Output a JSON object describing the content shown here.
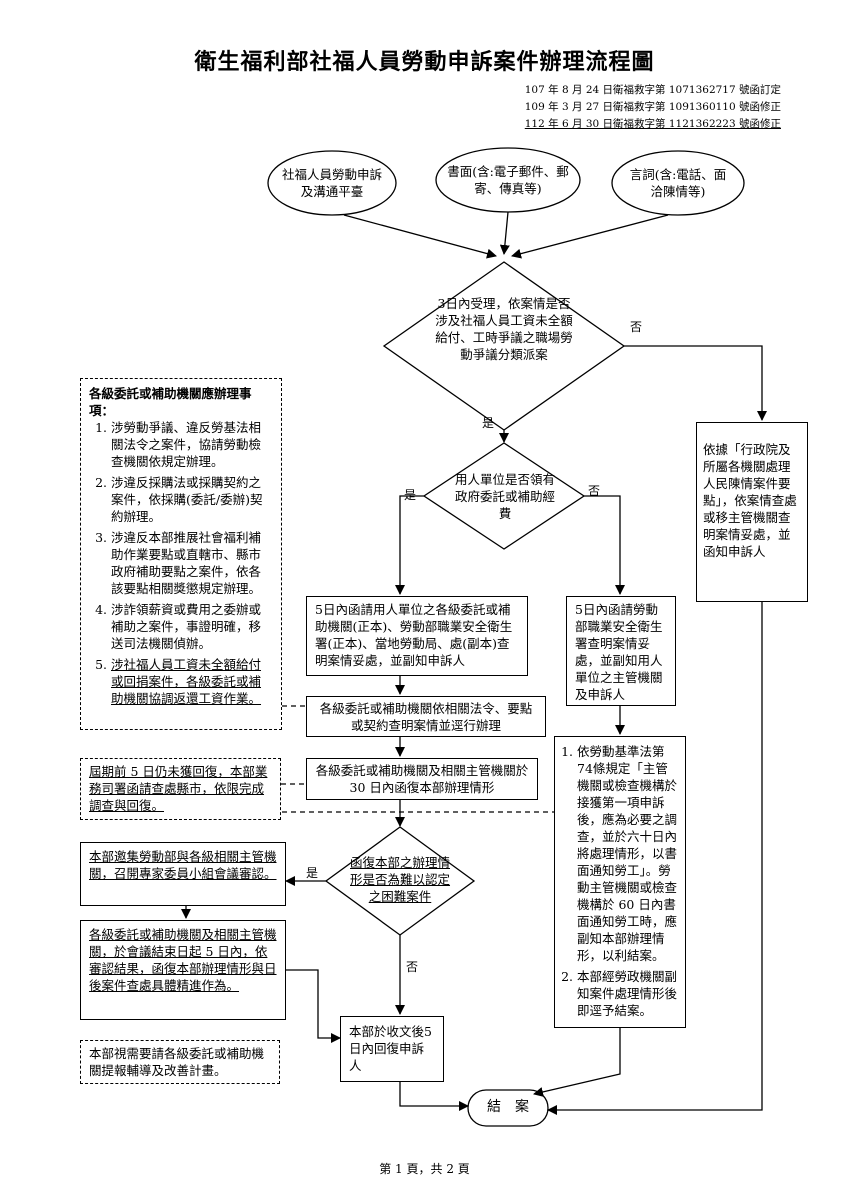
{
  "title": "衛生福利部社福人員勞動申訴案件辦理流程圖",
  "revisions": [
    "107 年 8 月 24 日衛福救字第 1071362717 號函訂定",
    "109 年 3 月 27 日衛福救字第 1091360110 號函修正",
    "112 年 6 月 30 日衛福救字第 1121362223 號函修正"
  ],
  "sources": {
    "platform": "社福人員勞動申訴及溝通平臺",
    "written": "書面(含:電子郵件、郵寄、傳真等)",
    "verbal": "言詞(含:電話、面洽陳情等)"
  },
  "decision1": "3日內受理，依案情是否涉及社福人員工資未全額給付、工時爭議之職場勞動爭議分類派案",
  "decision2": "用人單位是否領有政府委託或補助經費",
  "decision3": "函復本部之辦理情形是否為難以認定之困難案件",
  "labels": {
    "yes": "是",
    "no": "否"
  },
  "side_note": {
    "title": "各級委託或補助機關應辦理事項：",
    "items": [
      "涉勞動爭議、違反勞基法相關法令之案件，協請勞動檢查機關依規定辦理。",
      "涉違反採購法或採購契約之案件，依採購(委託/委辦)契約辦理。",
      "涉違反本部推展社會福利補助作業要點或直轄市、縣市政府補助要點之案件，依各該要點相關獎懲規定辦理。",
      "涉詐領薪資或費用之委辦或補助之案件，事證明確，移送司法機關偵辦。",
      "涉社福人員工資未全額給付或回捐案件，各級委託或補助機關協調返還工資作業。"
    ]
  },
  "box_petition": "依據「行政院及所屬各機關處理人民陳情案件要點」，依案情查處或移主管機關查明案情妥處，並函知申訴人",
  "box_funded": "5日內函請用人單位之各級委託或補助機關(正本)、勞動部職業安全衛生署(正本)、當地勞動局、處(副本)查明案情妥處，並副知申訴人",
  "box_unfunded": "5日內函請勞動部職業安全衛生署查明案情妥處，並副知用人單位之主管機關及申訴人",
  "box_handle": "各級委託或補助機關依相關法令、要點或契約查明案情並逕行辦理",
  "box_reply30": "各級委託或補助機關及相關主管機關於 30 日內函復本部辦理情形",
  "note_overdue": "屆期前 5 日仍未獲回復，本部業務司署函請查處縣市，依限完成調查與回復。",
  "box_labor_law": [
    "依勞動基準法第74條規定「主管機關或檢查機構於接獲第一項申訴後，應為必要之調查，並於六十日內將處理情形，以書面通知勞工」。勞動主管機關或檢查機構於 60 日內書面通知勞工時，應副知本部辦理情形，以利結案。",
    "本部經勞政機關副知案件處理情形後即逕予結案。"
  ],
  "box_meeting": "本部邀集勞動部與各級相關主管機關，召開專家委員小組會議審認。",
  "box_after_meeting": "各級委託或補助機關及相關主管機關，於會議結束日起 5 日內，依審認結果，函復本部辦理情形與日後案件查處具體精進作為。",
  "box_reply5": "本部於收文後5日內回復申訴人",
  "note_improve": "本部視需要請各級委託或補助機關提報輔導及改善計畫。",
  "end": "結　案",
  "footer": "第 1 頁，共 2 頁"
}
